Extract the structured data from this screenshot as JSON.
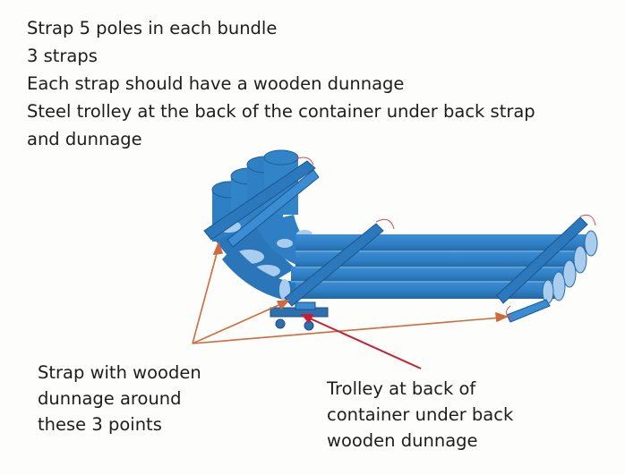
{
  "instructions": [
    "Strap 5 poles in each bundle",
    "3 straps",
    "Each strap should have a wooden dunnage",
    "Steel trolley at the back of the container under back strap",
    "and dunnage"
  ],
  "labels": {
    "strap_points": [
      "Strap with wooden",
      "dunnage around",
      "these 3 points"
    ],
    "trolley": [
      "Trolley at back of",
      "container under back",
      "wooden dunnage"
    ]
  },
  "colors": {
    "pole_blue": "#2f7fc4",
    "pole_end": "#a9cdee",
    "arrow_orange": "#d06a3c",
    "arrow_red": "#c81e32"
  }
}
